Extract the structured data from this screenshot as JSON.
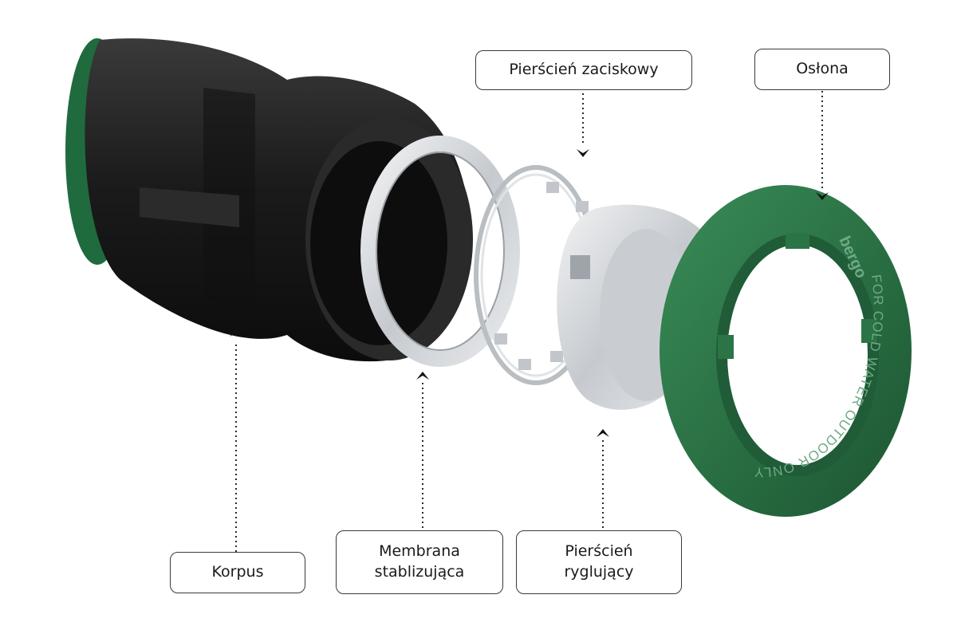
{
  "labels": {
    "zacisk": "Pierścień zaciskowy",
    "oslona": "Osłona",
    "korpus": "Korpus",
    "membrana_line1": "Membrana",
    "membrana_line2": "stablizująca",
    "rygiel_line1": "Pierścień",
    "rygiel_line2": "ryglujący"
  },
  "parts": {
    "oslona": {
      "brand": "bergo",
      "inscription": "FOR COLD WATER OUTDOOR ONLY"
    }
  },
  "colors": {
    "body": "#1e1e1e",
    "cover": "#2a7446",
    "metal": "#d3d7db",
    "text": "#1a1a1a"
  }
}
